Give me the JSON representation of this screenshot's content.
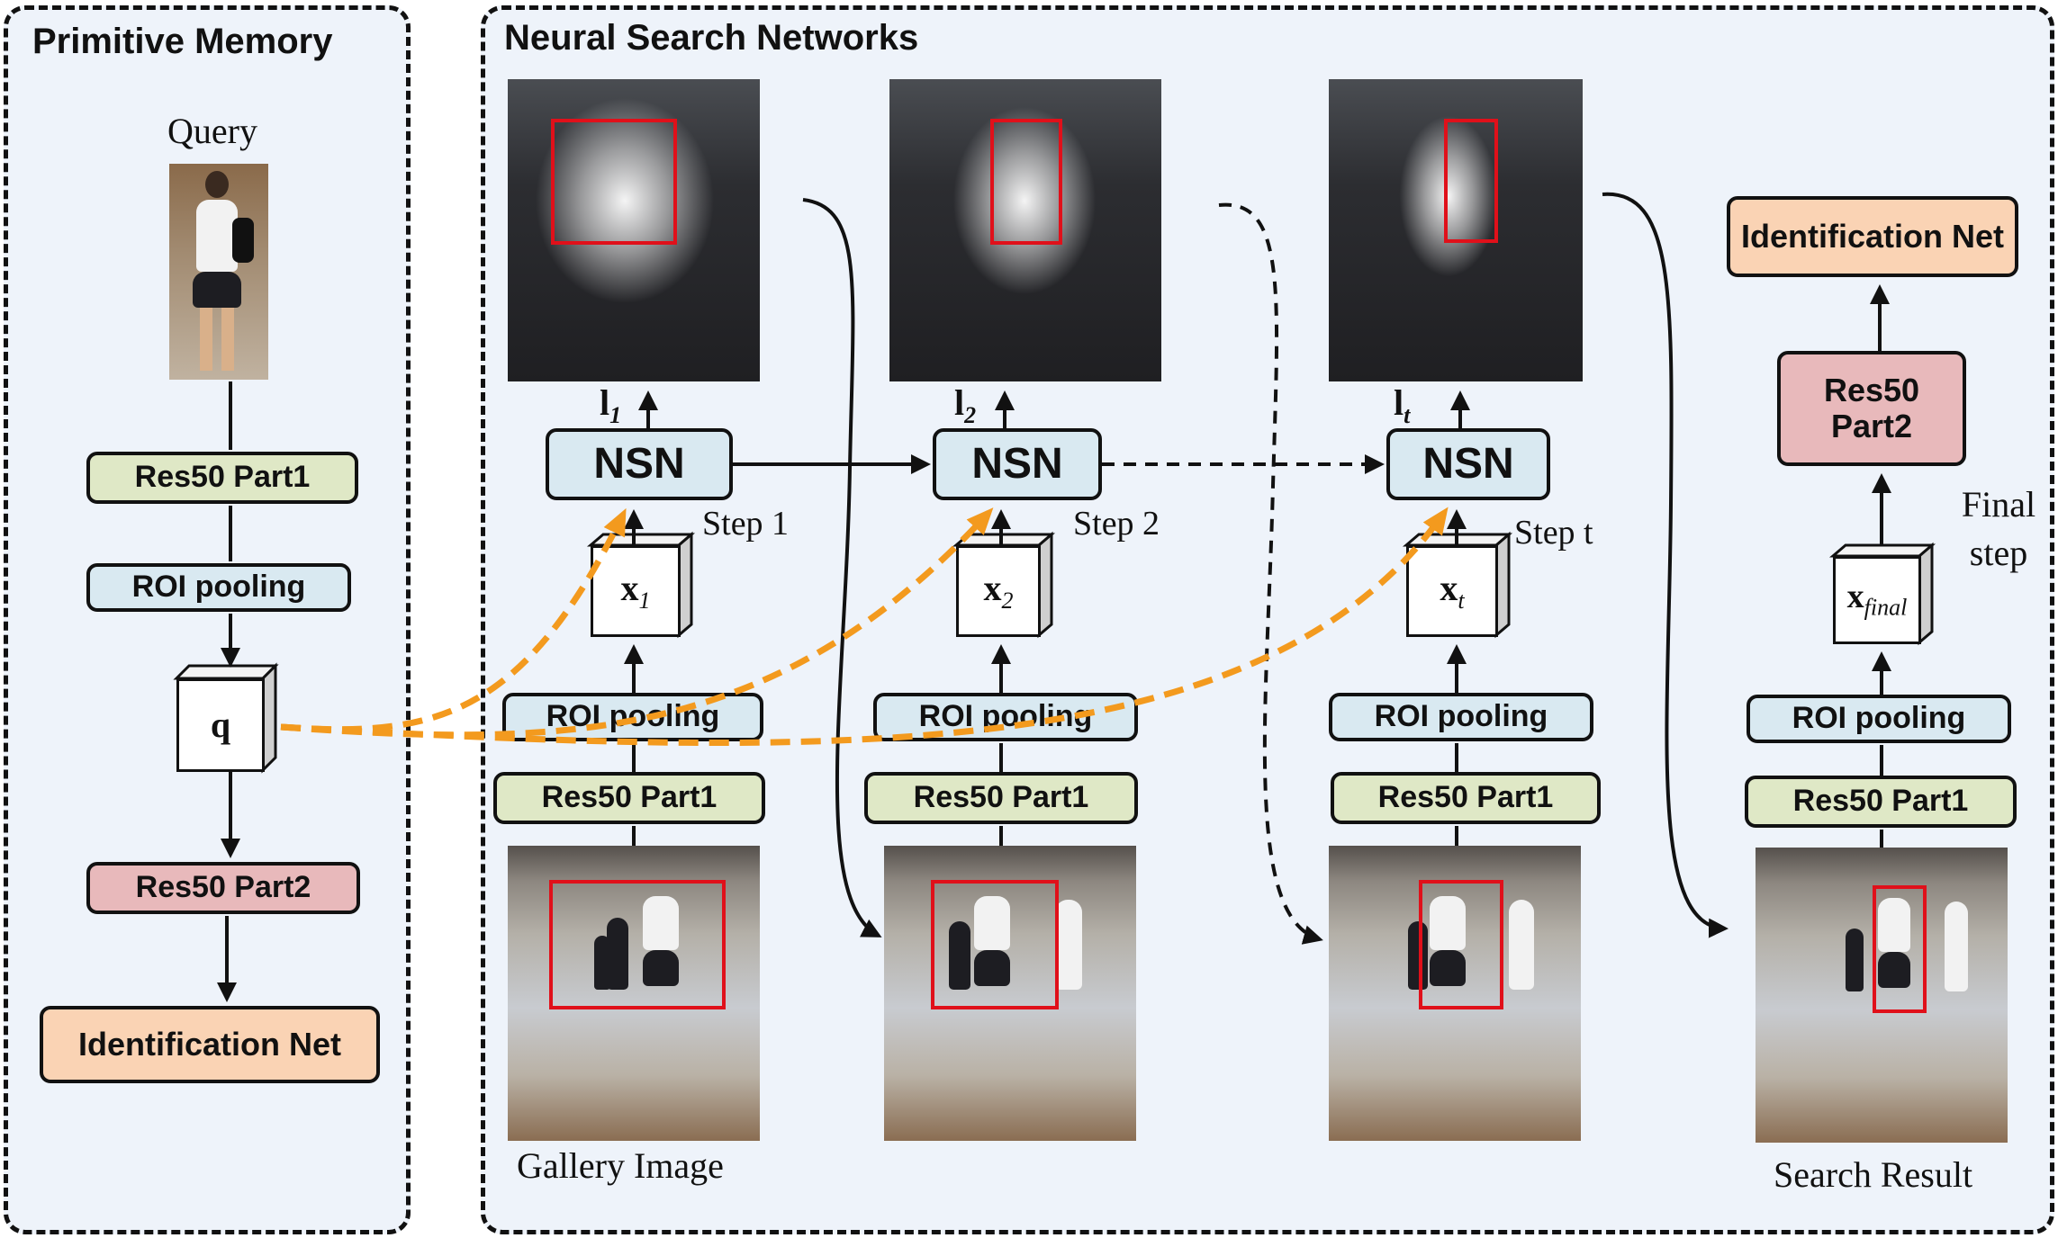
{
  "panels": {
    "left_title": "Primitive Memory",
    "right_title": "Neural Search Networks"
  },
  "left": {
    "query_label": "Query",
    "res50_part1": "Res50 Part1",
    "roi_pooling": "ROI pooling",
    "q_label": "q",
    "res50_part2": "Res50 Part2",
    "identification_net": "Identification Net"
  },
  "steps": [
    {
      "l_main": "l",
      "l_sub": "1",
      "nsn": "NSN",
      "step_label": "Step 1",
      "x_main": "x",
      "x_sub": "1",
      "roi": "ROI pooling",
      "res50": "Res50 Part1"
    },
    {
      "l_main": "l",
      "l_sub": "2",
      "nsn": "NSN",
      "step_label": "Step 2",
      "x_main": "x",
      "x_sub": "2",
      "roi": "ROI pooling",
      "res50": "Res50 Part1"
    },
    {
      "l_main": "l",
      "l_sub": "t",
      "nsn": "NSN",
      "step_label": "Step t",
      "x_main": "x",
      "x_sub": "t",
      "roi": "ROI pooling",
      "res50": "Res50 Part1"
    }
  ],
  "final": {
    "identification_net": "Identification Net",
    "res50_part2": "Res50 Part2",
    "final_step": "Final step",
    "x_main": "x",
    "x_sub": "final",
    "roi": "ROI pooling",
    "res50": "Res50 Part1"
  },
  "captions": {
    "gallery_image": "Gallery Image",
    "search_result": "Search Result"
  },
  "colors": {
    "panel_bg": "#eef3fa",
    "green_box": "#dfe8c6",
    "blue_box": "#d9e9f1",
    "red_box": "#e8b9bb",
    "orange_box": "#fad3b4",
    "orange_arrow": "#f39a1e",
    "bbox_red": "#e0101a"
  }
}
